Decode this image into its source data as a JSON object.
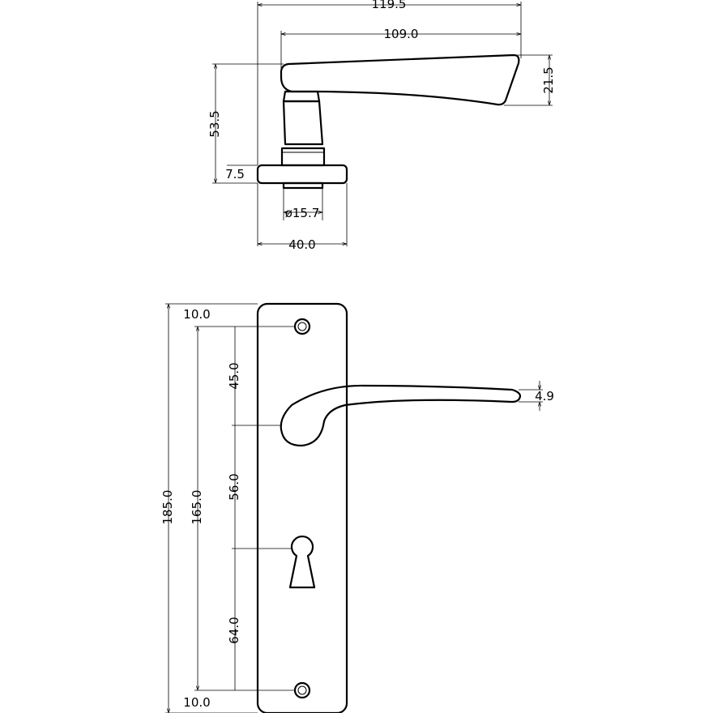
{
  "side_view": {
    "overall_length": "119.5",
    "lever_length": "109.0",
    "lever_height": "21.5",
    "total_height": "53.5",
    "rose_thickness": "7.5",
    "spindle_diameter": "ø15.7",
    "rose_diameter": "40.0"
  },
  "front_view": {
    "top_hole_offset": "10.0",
    "hole_to_lever": "45.0",
    "lever_to_keyhole": "56.0",
    "keyhole_to_hole": "64.0",
    "bottom_hole_offset": "10.0",
    "backplate_height": "185.0",
    "hole_centers": "165.0",
    "lever_tip": "4.9"
  }
}
